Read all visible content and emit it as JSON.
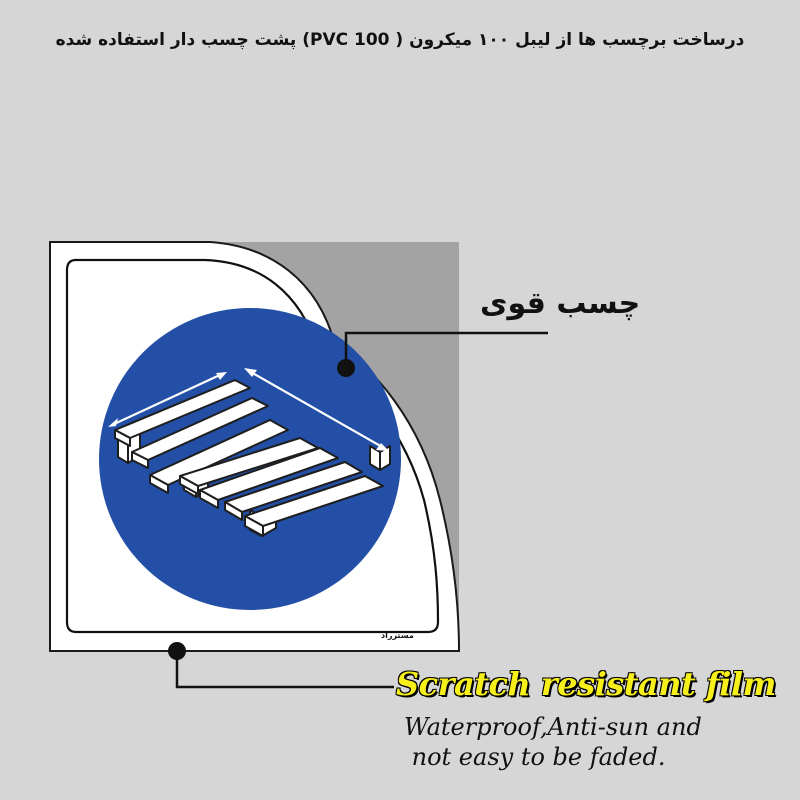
{
  "header": {
    "text": "درساخت برچسب ها از لیبل ۱۰۰ میکرون  ( PVC 100)    پشت چسب دار استفاده شده"
  },
  "callouts": {
    "adhesive_label": "چسب قوی",
    "film_title": "Scratch resistant film",
    "film_desc_line1": "Waterproof,Anti-sun and",
    "film_desc_line2": " not easy to be faded."
  },
  "sticker": {
    "brand": "مسترراد",
    "symbol_icon": "pallet-icon"
  },
  "colors": {
    "background": "#d6d6d6",
    "sticker": "#ffffff",
    "backing": "#a3a3a3",
    "sign_blue": "#234fa6",
    "film_title": "#f7ef1a",
    "text": "#111111"
  }
}
